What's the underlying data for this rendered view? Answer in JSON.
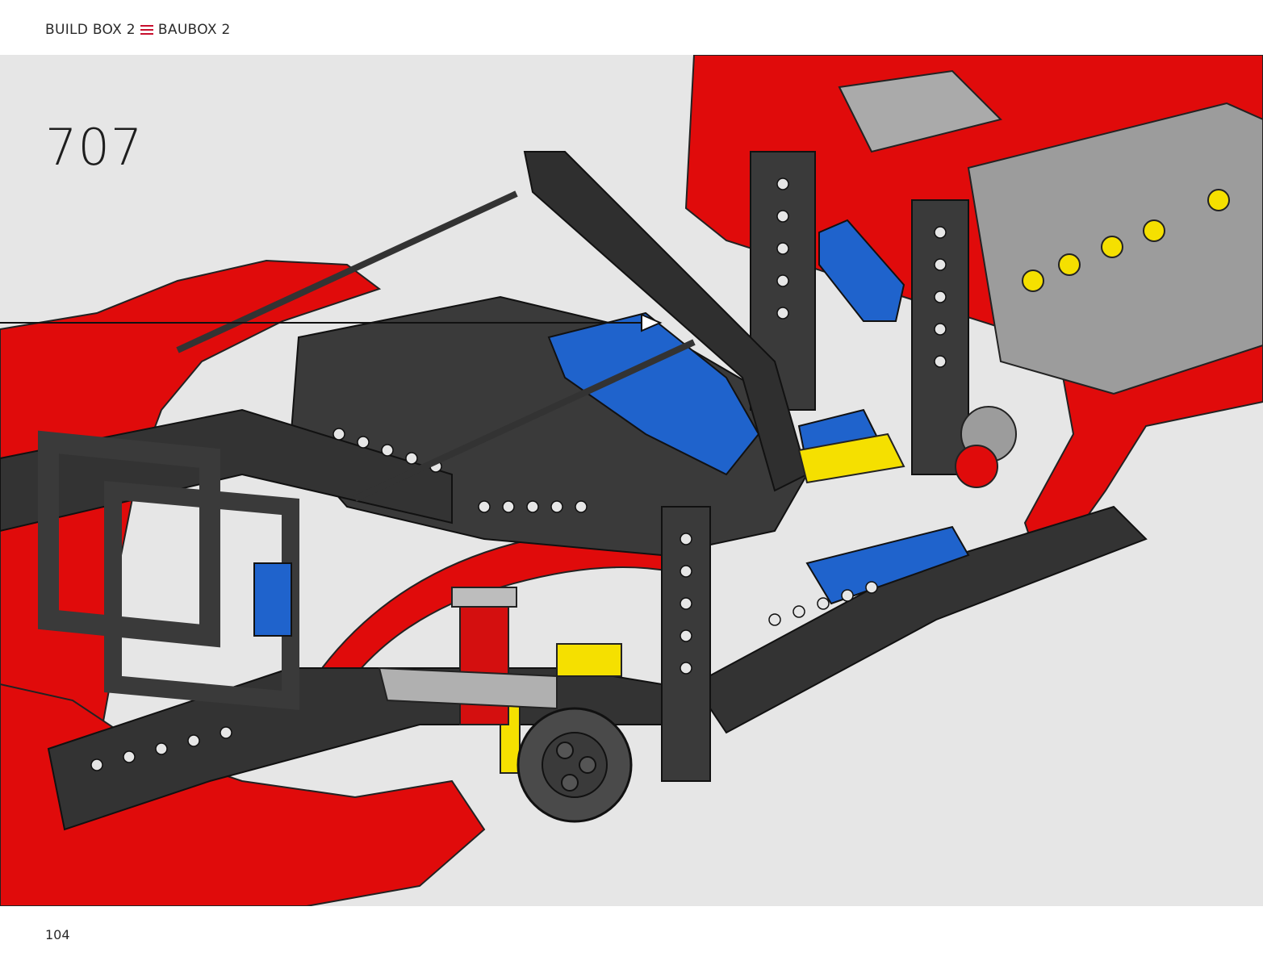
{
  "header": {
    "build_box_en": "BUILD BOX 2",
    "separator_icon": "triple-bar-icon",
    "build_box_de": "BAUBOX 2"
  },
  "step": {
    "number": "707"
  },
  "illustration": {
    "subject": "lego-technic-car-chassis",
    "arrow_icon": "insertion-arrow-icon"
  },
  "footer": {
    "page_number": "104"
  },
  "colors": {
    "separator": "#c8102e",
    "background": "#e6e6e6",
    "brick_red": "#e00b0b",
    "brick_dark": "#3a3a3a",
    "brick_gray": "#9c9c9c",
    "brick_blue": "#1f63cc",
    "brick_yellow": "#f5e000"
  }
}
